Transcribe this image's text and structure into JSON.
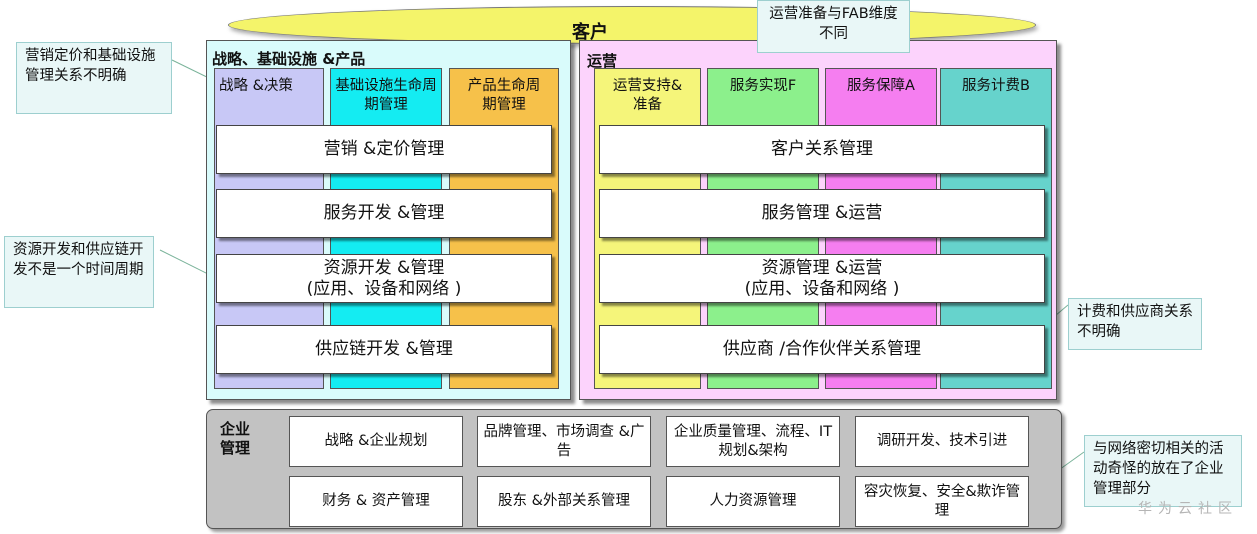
{
  "customer": "客户",
  "strategy_section": {
    "title": "战略、基础设施 &产品",
    "columns": [
      "战略 &决策",
      "基础设施生命周期管理",
      "产品生命周期管理"
    ],
    "rows": [
      "营销 &定价管理",
      "服务开发 &管理",
      "资源开发 &管理",
      "(应用、设备和网络 )",
      "供应链开发 &管理"
    ]
  },
  "operations_section": {
    "title": "运营",
    "columns": [
      "运营支持&准备",
      "服务实现F",
      "服务保障A",
      "服务计费B"
    ],
    "rows": [
      "客户关系管理",
      "服务管理 &运营",
      "资源管理 &运营",
      "(应用、设备和网络 )",
      "供应商 /合作伙伴关系管理"
    ]
  },
  "enterprise": {
    "title": "企业管理",
    "cells": [
      "战略 &企业规划",
      "品牌管理、市场调查 &广告",
      "企业质量管理、流程、IT规划&架构",
      "调研开发、技术引进",
      "财务 & 资产管理",
      "股东 &外部关系管理",
      "人力资源管理",
      "容灾恢复、安全&欺诈管理"
    ]
  },
  "notes": {
    "marketing": "营销定价和基础设施管理关系不明确",
    "resource": "资源开发和供应链开发不是一个时间周期",
    "fab": "运营准备与FAB维度不同",
    "billing": "计费和供应商关系不明确",
    "network": "与网络密切相关的活动奇怪的放在了企业管理部分"
  },
  "watermark": "华为云社区"
}
